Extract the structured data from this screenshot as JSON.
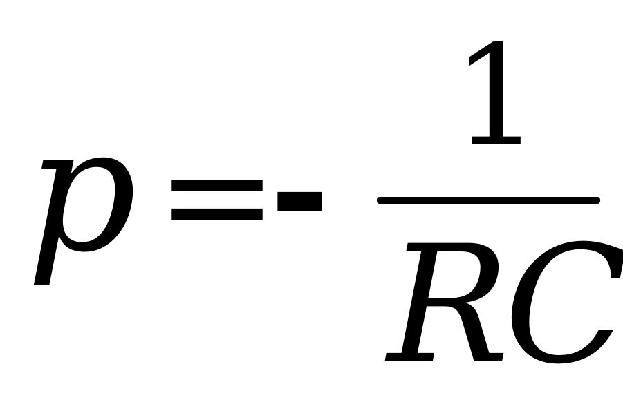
{
  "formula": {
    "lhs": "p",
    "equals": "=",
    "minus": "-",
    "numerator": "1",
    "denominator": "RC"
  }
}
